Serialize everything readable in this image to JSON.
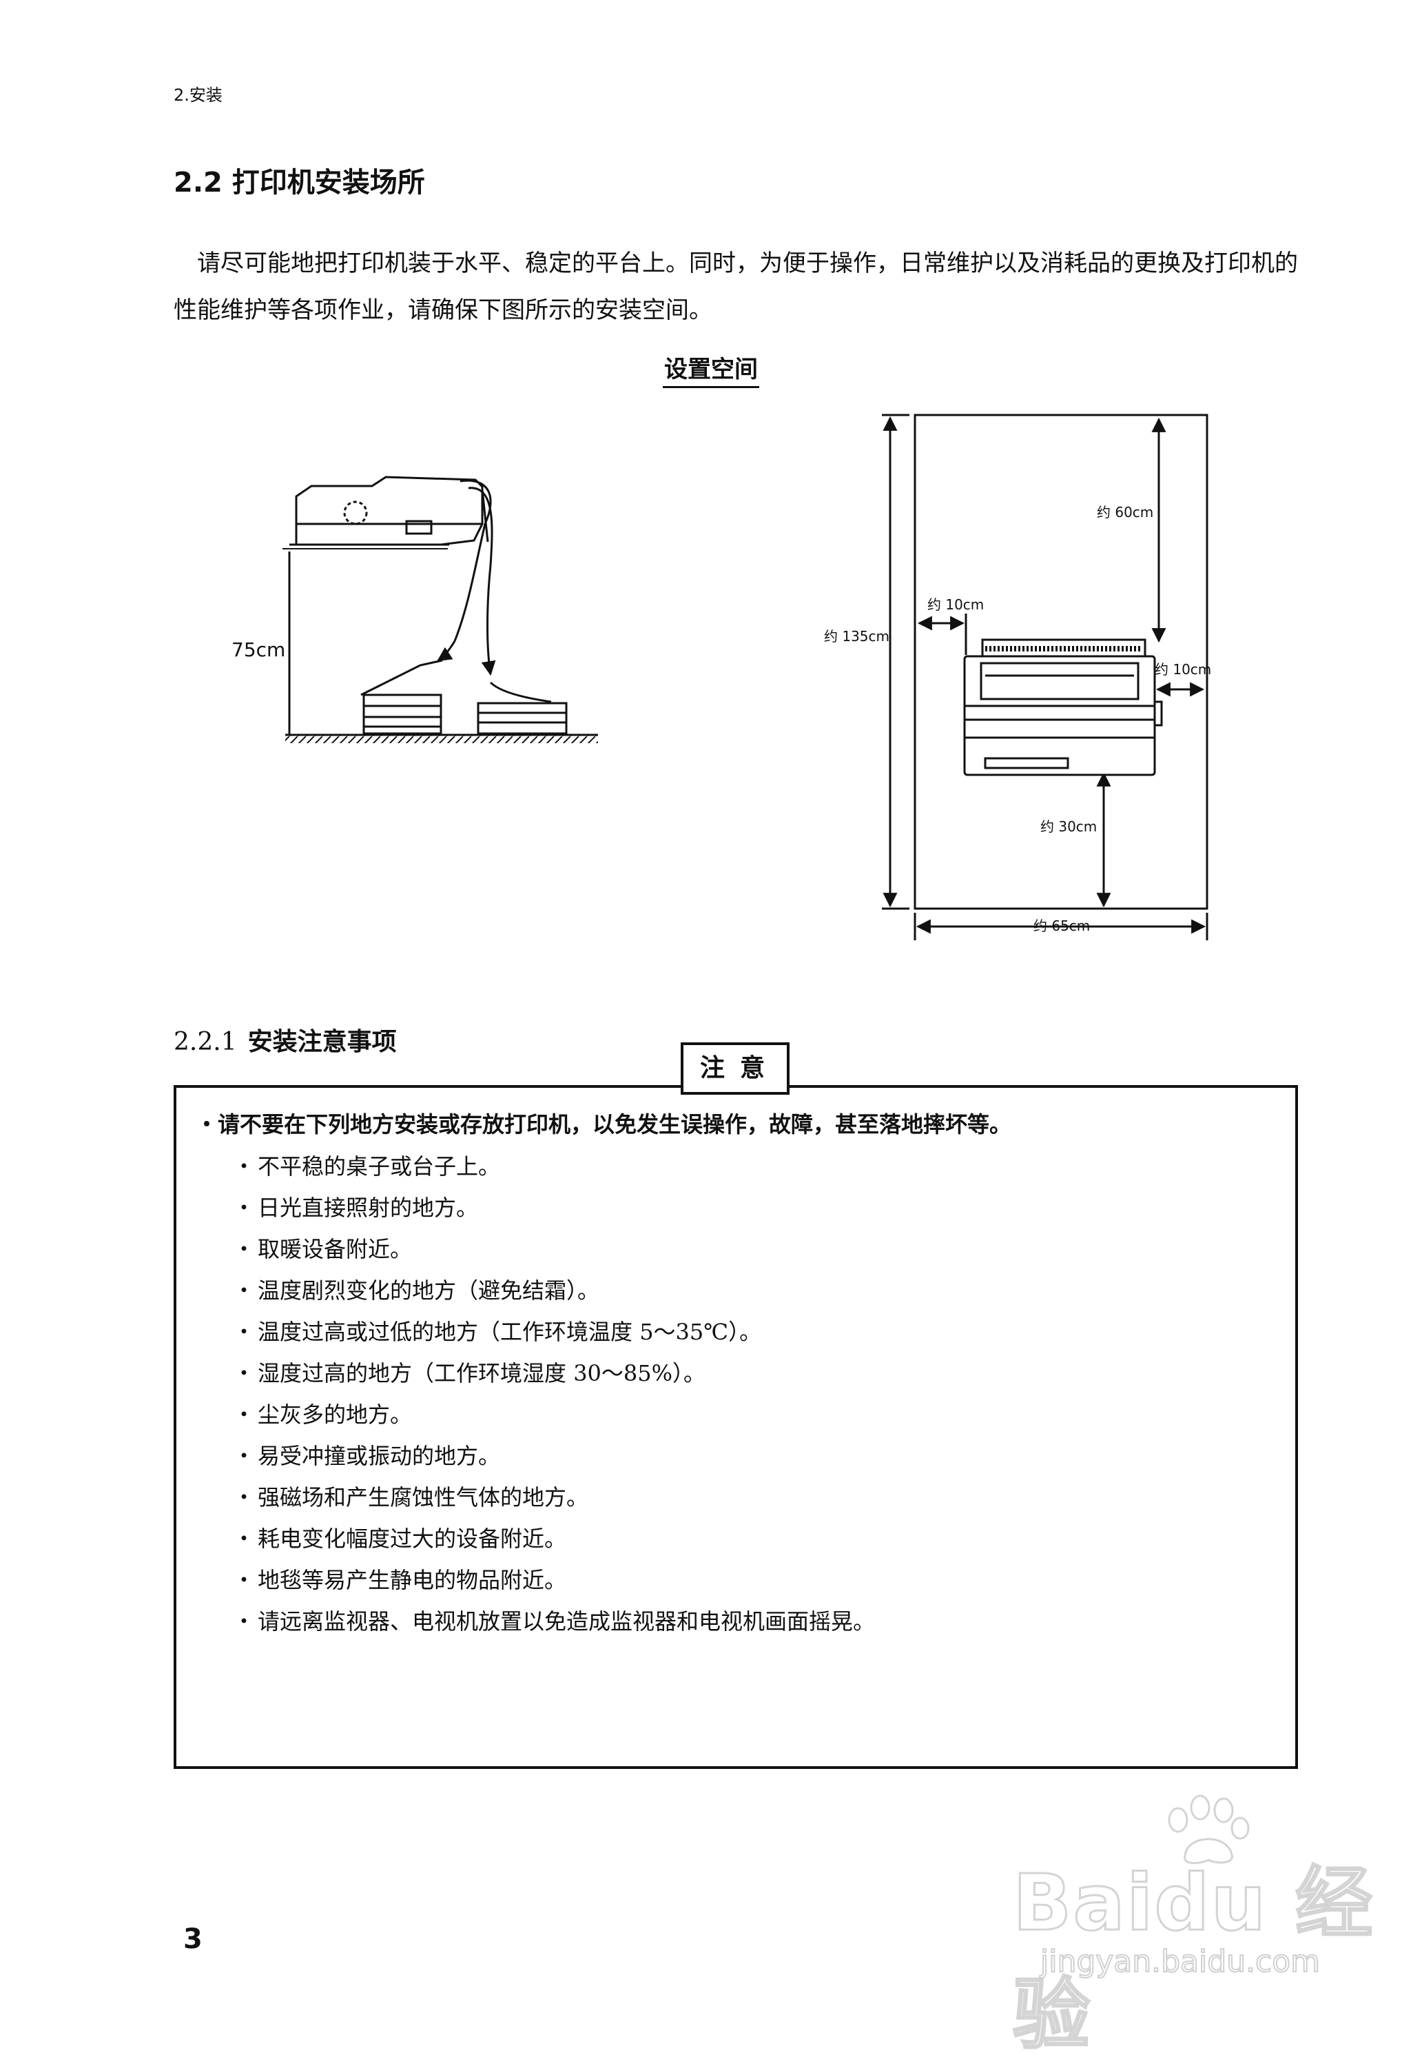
{
  "header": {
    "section": "2.安装"
  },
  "section": {
    "number": "2.2",
    "title": "2.2 打印机安装场所"
  },
  "intro": "请尽可能地把打印机装于水平、稳定的平台上。同时，为便于操作，日常维护以及消耗品的更换及打印机的性能维护等各项作业，请确保下图所示的安装空间。",
  "figure": {
    "title": "设置空间",
    "side_height": "75cm",
    "top_clearance": "约 60cm",
    "left_clearance": "约 10cm",
    "right_clearance": "约 10cm",
    "front_clearance": "约 30cm",
    "total_depth": "约 135cm",
    "total_width": "约 65cm"
  },
  "subsection": {
    "number": "2.2.1",
    "title": "安装注意事项"
  },
  "notice": {
    "label": "注意",
    "lead": "・请不要在下列地方安装或存放打印机，以免发生误操作，故障，甚至落地摔坏等。",
    "items": [
      "不平稳的桌子或台子上。",
      "日光直接照射的地方。",
      "取暖设备附近。",
      "温度剧烈变化的地方（避免结霜）。",
      "温度过高或过低的地方（工作环境温度 5～35℃）。",
      "湿度过高的地方（工作环境湿度 30～85%）。",
      "尘灰多的地方。",
      "易受冲撞或振动的地方。",
      "强磁场和产生腐蚀性气体的地方。",
      "耗电变化幅度过大的设备附近。",
      "地毯等易产生静电的物品附近。",
      "请远离监视器、电视机放置以免造成监视器和电视机画面摇晃。"
    ]
  },
  "page_number": "3",
  "watermark": {
    "brand": "Baidu 经验",
    "url": "jingyan.baidu.com"
  }
}
